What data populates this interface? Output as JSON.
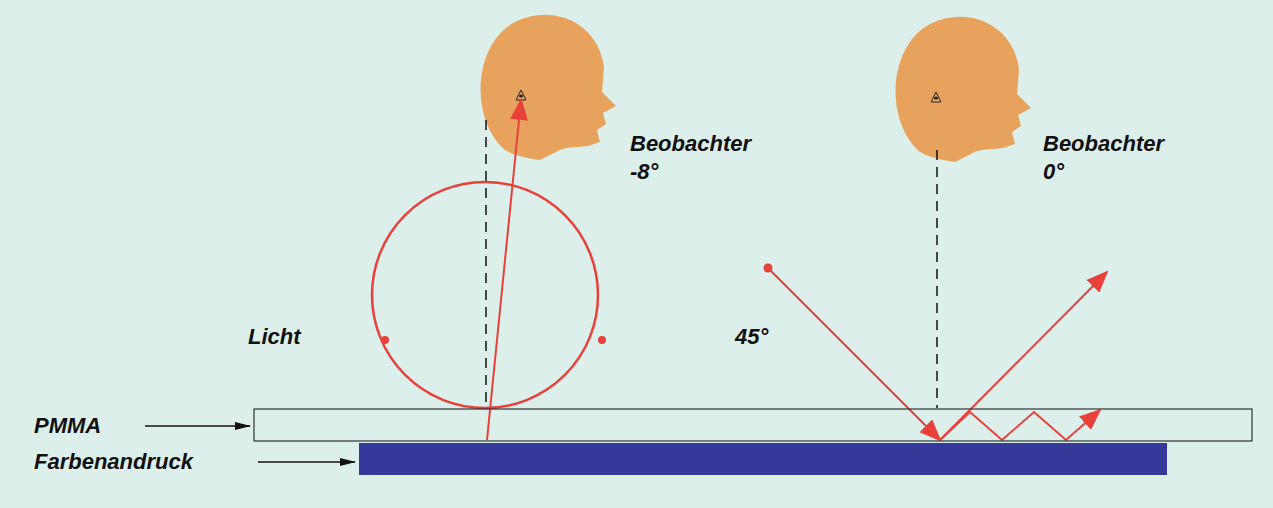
{
  "diagram": {
    "labels": [
      "Beobachter -8°",
      "Beobachter 0°",
      "Licht",
      "45°",
      "PMMA",
      "Farbenandruck"
    ]
  }
}
